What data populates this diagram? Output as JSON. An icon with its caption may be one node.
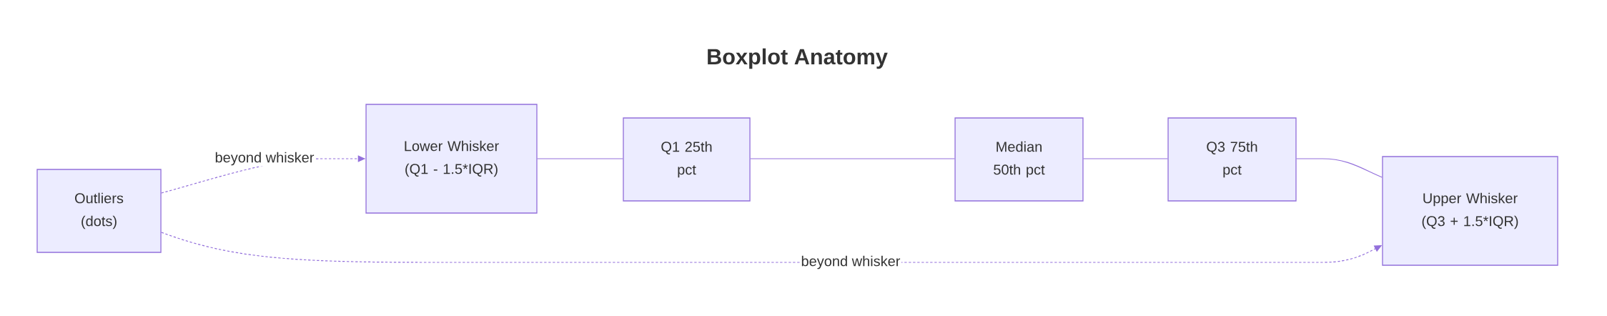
{
  "diagram": {
    "title": "Boxplot Anatomy",
    "nodes": [
      {
        "text": [
          "Outliers (dots)"
        ]
      },
      {
        "text": [
          "Lower Whisker (Q1 - 1.5*IQR)"
        ]
      },
      {
        "text": [
          "Q1 25th pct"
        ]
      },
      {
        "text": [
          "Median 50th pct"
        ]
      },
      {
        "text": [
          "Q3 75th pct"
        ]
      },
      {
        "text": [
          "Upper Whisker (Q3 + 1.5*IQR)"
        ]
      }
    ],
    "edges": [
      {
        "from": 0,
        "to": 1,
        "arrow": "to",
        "label": "beyond whisker",
        "style": "dashed"
      },
      {
        "from": 1,
        "to": 2,
        "arrow": "none"
      },
      {
        "from": 2,
        "to": 3,
        "arrow": "none"
      },
      {
        "from": 3,
        "to": 4,
        "arrow": "none"
      },
      {
        "from": 4,
        "to": 5,
        "arrow": "none"
      },
      {
        "from": 0,
        "to": 5,
        "arrow": "to",
        "label": "beyond whisker",
        "style": "dashed"
      }
    ]
  }
}
